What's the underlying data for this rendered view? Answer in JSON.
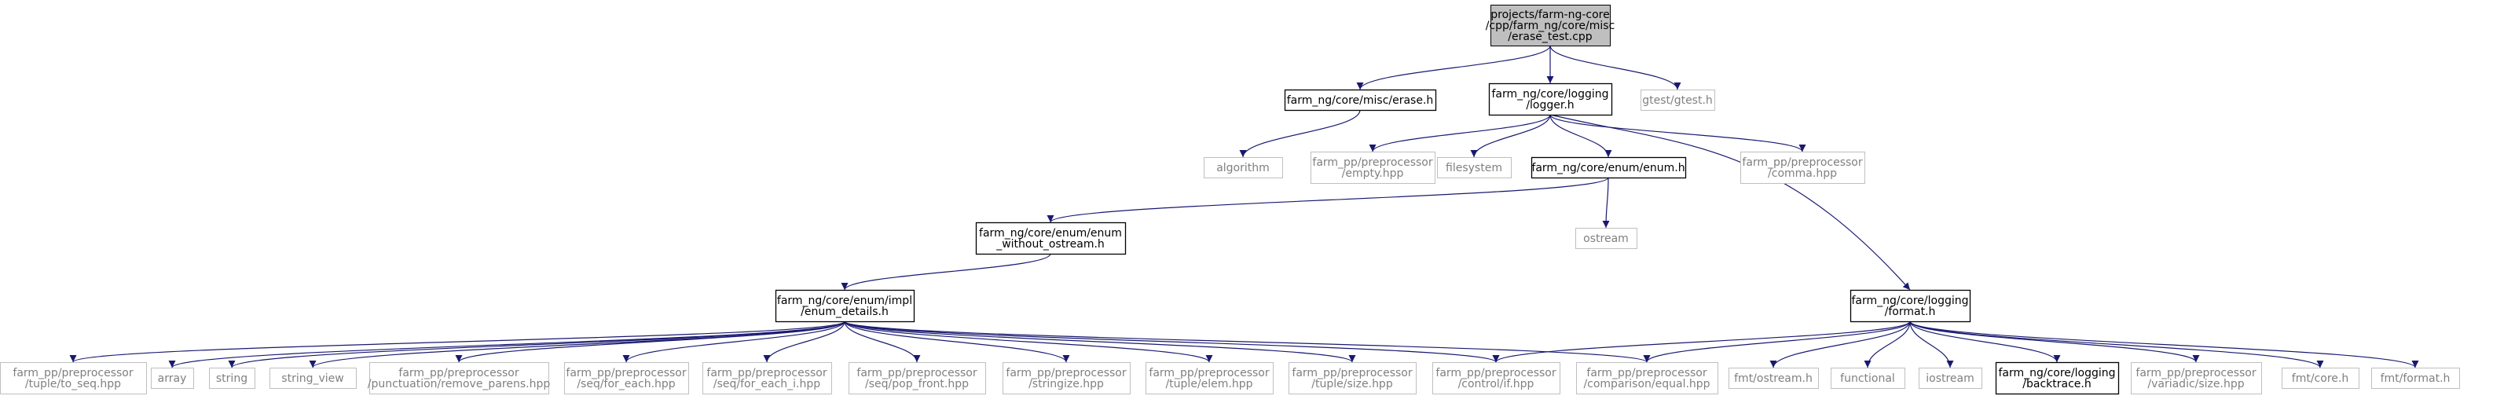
{
  "colors": {
    "edge": "#191970",
    "root_fill": "#bfbfbf",
    "border_main": "#000000",
    "border_sys": "#bfbfbf",
    "text_main": "#000000",
    "text_sys": "#808080"
  },
  "nodes": {
    "root": {
      "lines": [
        "projects/farm-ng-core",
        "/cpp/farm_ng/core/misc",
        "/erase_test.cpp"
      ]
    },
    "erase_h": {
      "lines": [
        "farm_ng/core/misc/erase.h"
      ]
    },
    "logger_h": {
      "lines": [
        "farm_ng/core/logging",
        "/logger.h"
      ]
    },
    "gtest": {
      "lines": [
        "gtest/gtest.h"
      ]
    },
    "algorithm": {
      "lines": [
        "algorithm"
      ]
    },
    "empty_hpp": {
      "lines": [
        "farm_pp/preprocessor",
        "/empty.hpp"
      ]
    },
    "filesystem": {
      "lines": [
        "filesystem"
      ]
    },
    "enum_h": {
      "lines": [
        "farm_ng/core/enum/enum.h"
      ]
    },
    "comma_hpp": {
      "lines": [
        "farm_pp/preprocessor",
        "/comma.hpp"
      ]
    },
    "enum_wo": {
      "lines": [
        "farm_ng/core/enum/enum",
        "_without_ostream.h"
      ]
    },
    "ostream": {
      "lines": [
        "ostream"
      ]
    },
    "enum_details": {
      "lines": [
        "farm_ng/core/enum/impl",
        "/enum_details.h"
      ]
    },
    "format_h": {
      "lines": [
        "farm_ng/core/logging",
        "/format.h"
      ]
    },
    "to_seq": {
      "lines": [
        "farm_pp/preprocessor",
        "/tuple/to_seq.hpp"
      ]
    },
    "array": {
      "lines": [
        "array"
      ]
    },
    "string": {
      "lines": [
        "string"
      ]
    },
    "string_view": {
      "lines": [
        "string_view"
      ]
    },
    "remove_parens": {
      "lines": [
        "farm_pp/preprocessor",
        "/punctuation/remove_parens.hpp"
      ]
    },
    "for_each": {
      "lines": [
        "farm_pp/preprocessor",
        "/seq/for_each.hpp"
      ]
    },
    "for_each_i": {
      "lines": [
        "farm_pp/preprocessor",
        "/seq/for_each_i.hpp"
      ]
    },
    "pop_front": {
      "lines": [
        "farm_pp/preprocessor",
        "/seq/pop_front.hpp"
      ]
    },
    "stringize": {
      "lines": [
        "farm_pp/preprocessor",
        "/stringize.hpp"
      ]
    },
    "elem": {
      "lines": [
        "farm_pp/preprocessor",
        "/tuple/elem.hpp"
      ]
    },
    "tuple_size": {
      "lines": [
        "farm_pp/preprocessor",
        "/tuple/size.hpp"
      ]
    },
    "if_hpp": {
      "lines": [
        "farm_pp/preprocessor",
        "/control/if.hpp"
      ]
    },
    "equal_hpp": {
      "lines": [
        "farm_pp/preprocessor",
        "/comparison/equal.hpp"
      ]
    },
    "fmt_ostream": {
      "lines": [
        "fmt/ostream.h"
      ]
    },
    "functional": {
      "lines": [
        "functional"
      ]
    },
    "iostream": {
      "lines": [
        "iostream"
      ]
    },
    "backtrace": {
      "lines": [
        "farm_ng/core/logging",
        "/backtrace.h"
      ]
    },
    "variadic_size": {
      "lines": [
        "farm_pp/preprocessor",
        "/variadic/size.hpp"
      ]
    },
    "fmt_core": {
      "lines": [
        "fmt/core.h"
      ]
    },
    "fmt_format": {
      "lines": [
        "fmt/format.h"
      ]
    }
  }
}
